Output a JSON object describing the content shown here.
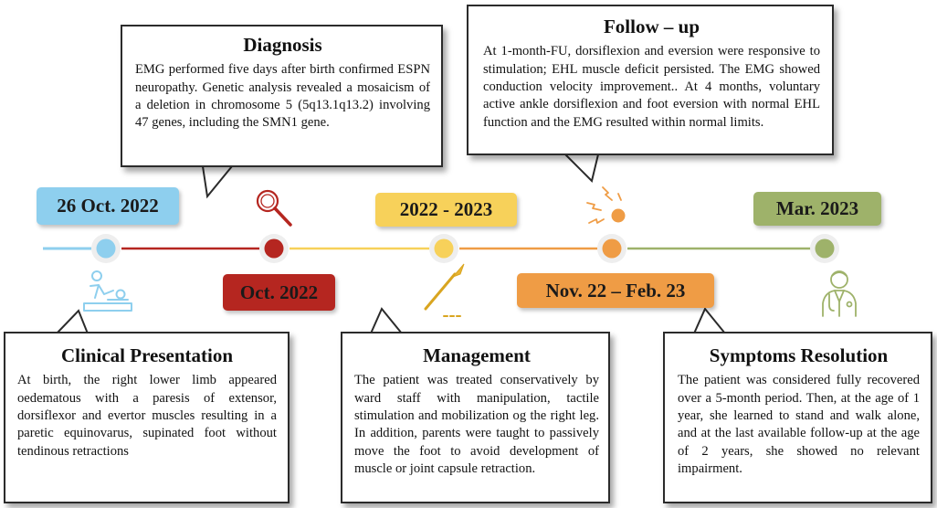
{
  "colors": {
    "blue": "#8ecfee",
    "red": "#b52620",
    "yellow": "#f7d15a",
    "orange": "#ef9c45",
    "green": "#9eb26a"
  },
  "dates": {
    "d1": "26 Oct. 2022",
    "d2": "Oct. 2022",
    "d3": "2022 - 2023",
    "d4": "Nov. 22 – Feb. 23",
    "d5": "Mar. 2023"
  },
  "diagnosis": {
    "title": "Diagnosis",
    "text": "EMG performed five days after birth confirmed ESPN neuropathy. Genetic analysis revealed a mosaicism of a deletion in chromosome 5 (5q13.1q13.2) involving 47 genes, including the SMN1 gene."
  },
  "followup": {
    "title": "Follow – up",
    "text": "At 1-month-FU, dorsiflexion and eversion were responsive to stimulation; EHL muscle deficit persisted. The EMG showed conduction velocity improvement.. At 4 months, voluntary active ankle dorsiflexion and foot eversion with normal EHL function and the EMG resulted within normal limits."
  },
  "clinical": {
    "title": "Clinical Presentation",
    "text": "At birth, the right lower limb appeared oedematous with a paresis of extensor, dorsiflexor and evertor muscles resulting in a paretic equinovarus, supinated foot without tendinous retractions"
  },
  "management": {
    "title": "Management",
    "text": "The patient was treated conservatively by ward staff with manipulation, tactile stimulation and mobilization og the right leg. In addition, parents were taught to passively move the foot to avoid development of muscle or joint capsule retraction."
  },
  "resolution": {
    "title": "Symptoms Resolution",
    "text": "The patient was considered fully recovered over a 5-month period. Then, at the age of 1 year, she learned to stand and walk alone, and at the last available follow-up at the age of 2 years, she showed no relevant impairment."
  },
  "icons": {
    "i1": "physiotherapy-icon",
    "i2": "magnifier-icon",
    "i3": "scalpel-icon",
    "i4": "electric-stimulation-icon",
    "i5": "doctor-icon"
  }
}
